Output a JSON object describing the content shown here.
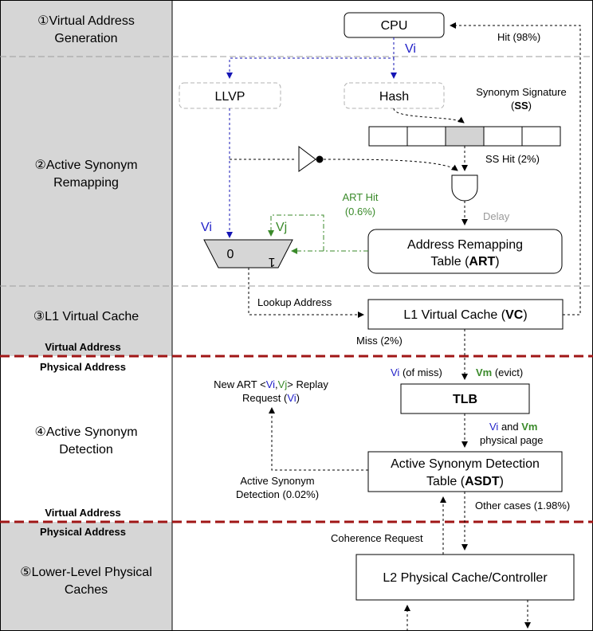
{
  "stages": {
    "s1": "①Virtual Address Generation",
    "s1_l1": "①Virtual Address",
    "s1_l2": "Generation",
    "s2_l1": "②Active Synonym",
    "s2_l2": "Remapping",
    "s3": "③L1 Virtual Cache",
    "s4_l1": "④Active Synonym",
    "s4_l2": "Detection",
    "s5_l1": "⑤Lower-Level Physical",
    "s5_l2": "Caches"
  },
  "boundaries": {
    "virtual_address": "Virtual Address",
    "physical_address": "Physical Address"
  },
  "boxes": {
    "cpu": "CPU",
    "llvp": "LLVP",
    "hash": "Hash",
    "art_l1": "Address Remapping",
    "art_l2a": "Table (",
    "art_l2b": "ART",
    "art_l2c": ")",
    "vc_a": "L1 Virtual Cache (",
    "vc_b": "VC",
    "vc_c": ")",
    "tlb": "TLB",
    "asdt_l1": "Active Synonym Detection",
    "asdt_l2a": "Table (",
    "asdt_l2b": "ASDT",
    "asdt_l2c": ")",
    "l2": "L2 Physical Cache/Controller",
    "mux_0": "0",
    "mux_1": "1"
  },
  "labels": {
    "vi": "Vi",
    "vj": "Vj",
    "hit": "Hit (98%)",
    "ss_sig_1": "Synonym Signature",
    "ss_sig_2a": "(",
    "ss_sig_2b": "SS",
    "ss_sig_2c": ")",
    "ss_hit": "SS Hit (2%)",
    "art_hit_1": "ART Hit",
    "art_hit_2": "(0.6%)",
    "delay": "Delay",
    "lookup": "Lookup Address",
    "miss": "Miss (2%)",
    "vi_miss_a": "Vi",
    "vi_miss_b": " (of miss)",
    "vm_evict_a": "Vm",
    "vm_evict_b": " (evict)",
    "new_art_1a": "New ART <",
    "new_art_1b": "Vi",
    "new_art_1c": ",",
    "new_art_1d": "Vj",
    "new_art_1e": "> Replay",
    "new_art_2a": "Request (",
    "new_art_2b": "Vi",
    "new_art_2c": ")",
    "phys_1a": "Vi",
    "phys_1b": " and ",
    "phys_1c": "Vm",
    "phys_2": "physical page",
    "asd_1": "Active Synonym",
    "asd_2": "Detection (0.02%)",
    "other": "Other cases (1.98%)",
    "coherence": "Coherence Request"
  },
  "colors": {
    "virtual_blue": "#1f1fc8",
    "remap_green": "#3a8a2a",
    "boundary_red": "#a01616",
    "panel_gray": "#d6d6d6"
  }
}
